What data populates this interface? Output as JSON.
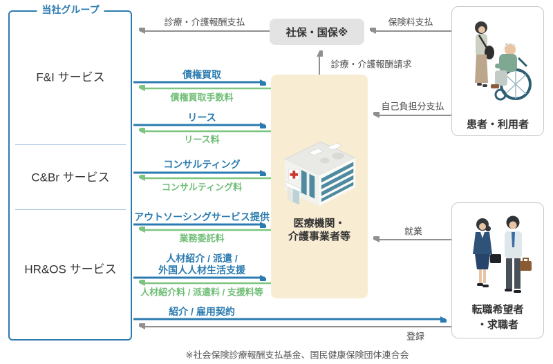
{
  "group": {
    "label": "当社グループ",
    "services": [
      {
        "name": "F&I サービス"
      },
      {
        "name": "C&Br サービス"
      },
      {
        "name": "HR&OS サービス"
      }
    ]
  },
  "boxes": {
    "insurance": {
      "label": "社保・国保※"
    },
    "medical": {
      "label_line1": "医療機関・",
      "label_line2": "介護事業者等",
      "icon": "hospital-building-icon"
    },
    "patients": {
      "label": "患者・利用者",
      "icon": "patient-and-caregiver-illustration"
    },
    "jobseekers": {
      "label_line1": "転職希望者",
      "label_line2": "・求職者",
      "icon": "jobseekers-illustration"
    }
  },
  "flows": {
    "reimbursement_payment": "診療・介護報酬支払",
    "premium_payment": "保険料支払",
    "reimbursement_claim": "診療・介護報酬請求",
    "copayment": "自己負担分支払",
    "receivable_purchase": "債権買取",
    "receivable_fee": "債権買取手数料",
    "lease": "リース",
    "lease_fee": "リース料",
    "consulting": "コンサルティング",
    "consulting_fee": "コンサルティング料",
    "outsourcing": "アウトソーシングサービス提供",
    "outsourcing_fee": "業務委託料",
    "staffing_line1": "人材紹介 / 派遣 /",
    "staffing_line2": "外国人人材生活支援",
    "staffing_fee": "人材紹介料 / 派遣料 / 支援料等",
    "referral": "紹介 / 雇用契約",
    "employment": "就業",
    "registration": "登録"
  },
  "footnote": "※社会保険診療報酬支払基金、国民健康保険団体連合会",
  "colors": {
    "blue_accent": "#2b7bb0",
    "green_accent": "#7cc47f",
    "gray_arrow": "#8f8f8f",
    "beige_box": "#f8edd3",
    "gray_box": "#e3e3e3",
    "divider_blue": "#a9c4e1"
  }
}
